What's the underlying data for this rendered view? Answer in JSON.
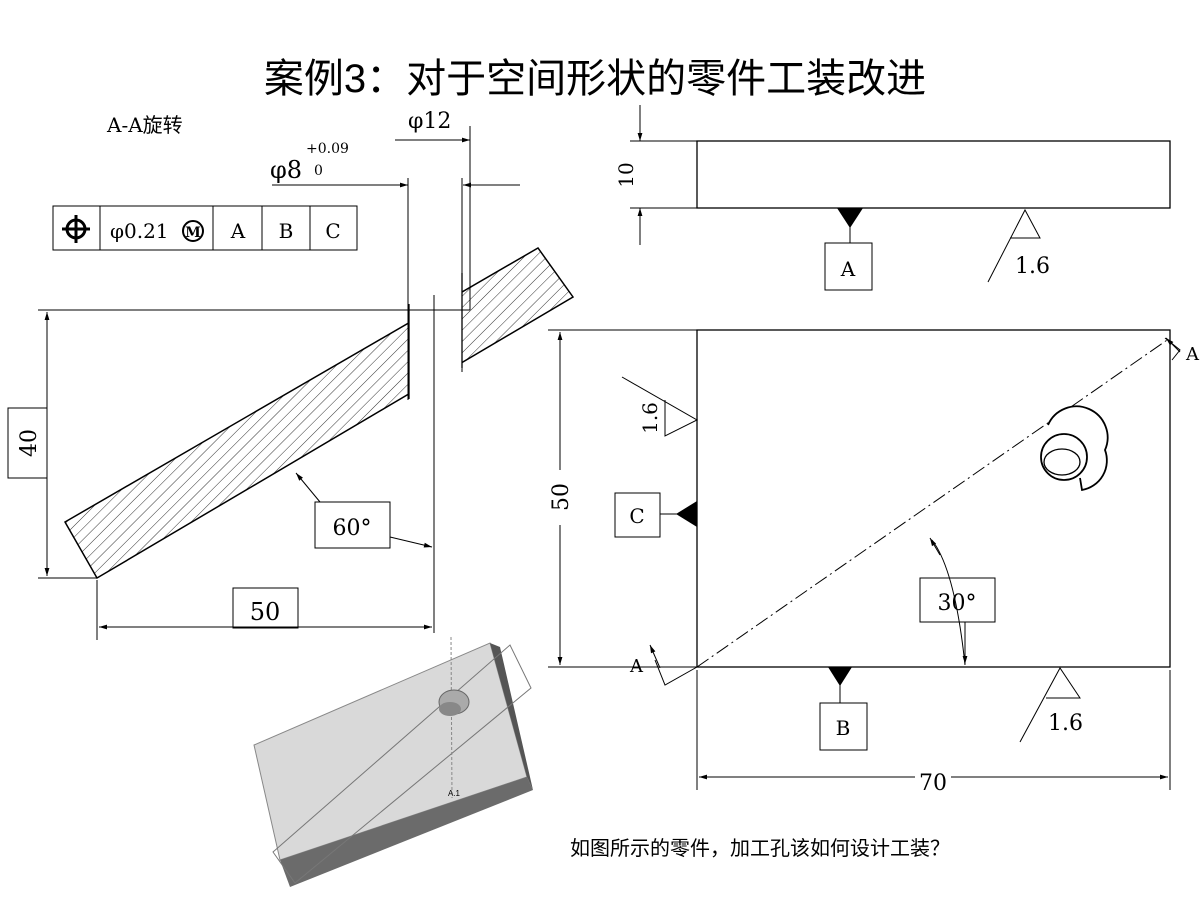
{
  "title": "案例3：对于空间形状的零件工装改进",
  "section_view": {
    "label": "A-A旋转",
    "dim_hole_outer": "φ12",
    "dim_hole_inner": "φ8",
    "tol_upper": "+0.09",
    "tol_lower": "0",
    "fcf": {
      "symbol": "position-icon",
      "tolerance": "φ0.21",
      "modifier": "M",
      "datums": [
        "A",
        "B",
        "C"
      ]
    },
    "dim_height": "40",
    "dim_width": "50",
    "angle": "60°"
  },
  "top_view": {
    "dim_thickness": "10",
    "datum": "A",
    "roughness": "1.6"
  },
  "front_view": {
    "dim_height": "50",
    "dim_width": "70",
    "angle": "30°",
    "datum_left": "C",
    "datum_bottom": "B",
    "roughness_left": "1.6",
    "roughness_bottom": "1.6",
    "section_mark_top": "A",
    "section_mark_bottom": "A"
  },
  "model_3d": {
    "label": "A.1"
  },
  "caption": "如图所示的零件，加工孔该如何设计工装？",
  "colors": {
    "face_top": "#d9d9d9",
    "face_side": "#6b6b6b",
    "hatch": "#000000"
  }
}
